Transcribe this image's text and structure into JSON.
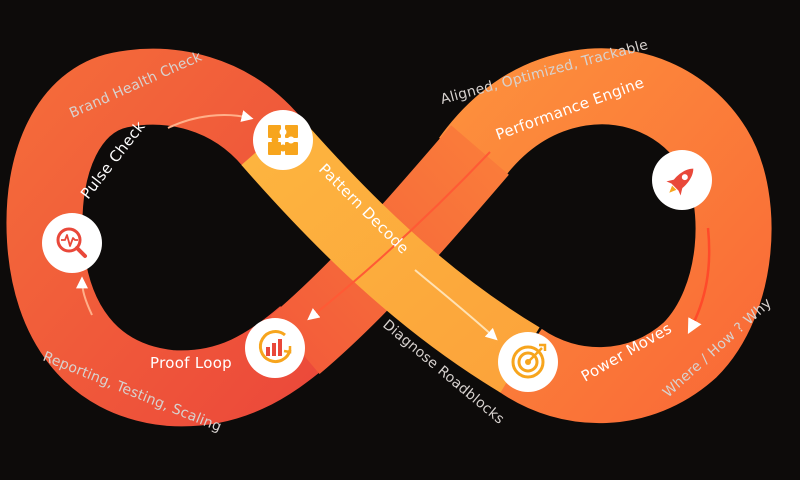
{
  "diagram": {
    "colors": {
      "background": "#0d0b0a",
      "ring_left": "#f0573a",
      "ring_right": "#fb7f3b",
      "ring_center": "#fb9a39",
      "crossing_band": "#fdb03d",
      "icon_accent": "#f7a51d",
      "icon_red": "#e9483a",
      "node_fill": "#ffffff"
    },
    "labels": {
      "pulse_check": "Pulse Check",
      "pattern_decode": "Pattern Decode",
      "performance_engine": "Performance Engine",
      "power_moves": "Power Moves",
      "proof_loop": "Proof Loop",
      "brand_health_check": "Brand Health Check",
      "aligned_optimized_trackable": "Aligned, Optimized, Trackable",
      "diagnose_roadblocks": "Diagnose Roadblocks",
      "where_how_why": "Where / How ? Why",
      "reporting_testing_scaling": "Reporting, Testing, Scaling"
    },
    "nodes": [
      {
        "name": "pulse-check-node",
        "icon": "magnifier-pulse-icon"
      },
      {
        "name": "pattern-decode-node",
        "icon": "puzzle-icon"
      },
      {
        "name": "performance-engine-node",
        "icon": "rocket-icon"
      },
      {
        "name": "power-moves-node",
        "icon": "target-icon"
      },
      {
        "name": "proof-loop-node",
        "icon": "growth-chart-icon"
      }
    ]
  }
}
